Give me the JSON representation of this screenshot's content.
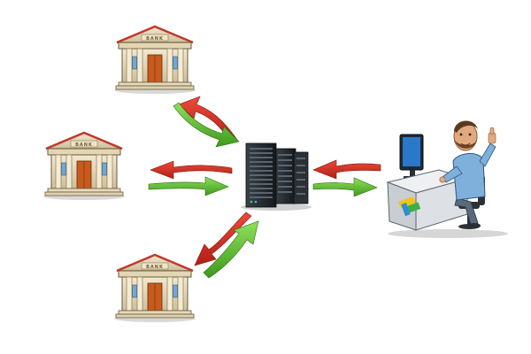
{
  "banks": [
    {
      "id": "top",
      "sign": "BANK"
    },
    {
      "id": "middle",
      "sign": "BANK"
    },
    {
      "id": "bottom",
      "sign": "BANK"
    }
  ],
  "server": {
    "icon": "server-rack-icon"
  },
  "trader": {
    "icon": "trader-at-desk-icon",
    "desk_logo": "lmax-logo"
  },
  "flows": [
    {
      "from": "bank-top",
      "to": "server",
      "request_color": "#d92b1e",
      "response_color": "#5cc12e"
    },
    {
      "from": "bank-middle",
      "to": "server",
      "request_color": "#d92b1e",
      "response_color": "#5cc12e"
    },
    {
      "from": "bank-bottom",
      "to": "server",
      "request_color": "#d92b1e",
      "response_color": "#5cc12e"
    },
    {
      "from": "server",
      "to": "trader",
      "request_color": "#d92b1e",
      "response_color": "#5cc12e"
    }
  ],
  "colors": {
    "arrow_red": "#d92b1e",
    "arrow_green": "#5cc12e",
    "bank_stone": "#e8dcc0",
    "bank_roof": "#c0392b",
    "server_body": "#1f2428",
    "desk": "#d9dde0"
  }
}
